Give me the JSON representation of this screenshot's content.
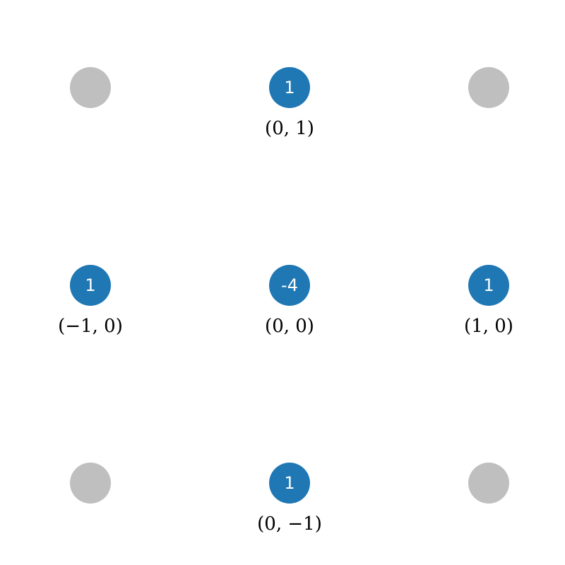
{
  "colors": {
    "active": "#1f77b4",
    "inactive": "#bfbfbf",
    "value_text": "#ffffff",
    "label_text": "#000000"
  },
  "nodes": [
    {
      "col": -1,
      "row": 1,
      "active": false,
      "value": "",
      "label": ""
    },
    {
      "col": 0,
      "row": 1,
      "active": true,
      "value": "1",
      "label": "(0, 1)"
    },
    {
      "col": 1,
      "row": 1,
      "active": false,
      "value": "",
      "label": ""
    },
    {
      "col": -1,
      "row": 0,
      "active": true,
      "value": "1",
      "label": "(−1, 0)"
    },
    {
      "col": 0,
      "row": 0,
      "active": true,
      "value": "-4",
      "label": "(0, 0)"
    },
    {
      "col": 1,
      "row": 0,
      "active": true,
      "value": "1",
      "label": "(1, 0)"
    },
    {
      "col": -1,
      "row": -1,
      "active": false,
      "value": "",
      "label": ""
    },
    {
      "col": 0,
      "row": -1,
      "active": true,
      "value": "1",
      "label": "(0,  −1)"
    },
    {
      "col": 1,
      "row": -1,
      "active": false,
      "value": "",
      "label": ""
    }
  ]
}
